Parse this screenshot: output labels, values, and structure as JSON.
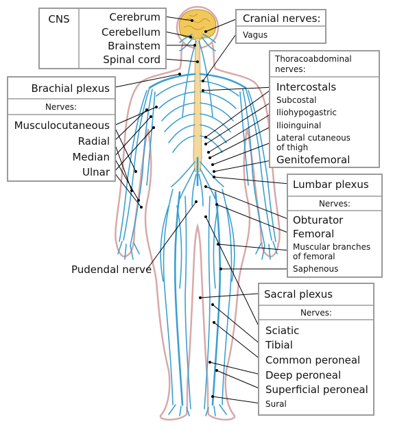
{
  "colors": {
    "nerve": "#3a9fd0",
    "body_outline": "#d8a8a8",
    "brain": "#f3c85a",
    "spinal_cord": "#f2d9a0",
    "box_border": "#9a9a9a"
  },
  "cns": {
    "heading": "CNS",
    "items": [
      "Cerebrum",
      "Cerebellum",
      "Brainstem",
      "Spinal cord"
    ]
  },
  "cranial": {
    "heading": "Cranial nerves:",
    "items": [
      "Vagus"
    ]
  },
  "thoracoabdominal": {
    "heading_line1": "Thoracoabdominal",
    "heading_line2": "nerves:",
    "items": [
      "Intercostals",
      "Subcostal",
      "Iliohypogastric",
      "Ilioinguinal",
      "Lateral cutaneous",
      "of thigh",
      "Genitofemoral"
    ]
  },
  "brachial": {
    "heading": "Brachial plexus",
    "subheading": "Nerves:",
    "items": [
      "Musculocutaneous",
      "Radial",
      "Median",
      "Ulnar"
    ]
  },
  "lumbar": {
    "heading": "Lumbar plexus",
    "subheading": "Nerves:",
    "items": [
      "Obturator",
      "Femoral",
      "Muscular branches",
      "of femoral",
      "Saphenous"
    ]
  },
  "pudendal": {
    "label": "Pudendal nerve"
  },
  "sacral": {
    "heading": "Sacral plexus",
    "subheading": "Nerves:",
    "items": [
      "Sciatic",
      "Tibial",
      "Common peroneal",
      "Deep peroneal",
      "Superficial peroneal",
      "Sural"
    ]
  }
}
